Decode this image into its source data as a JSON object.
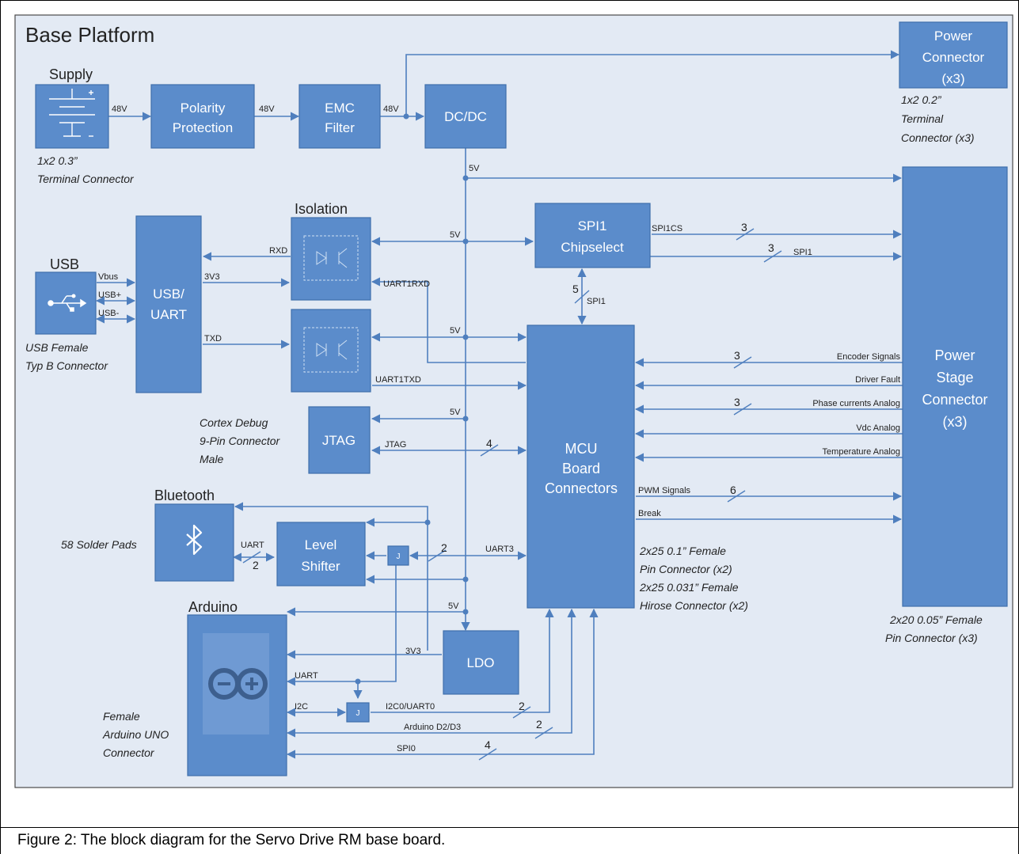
{
  "title": "Base Platform",
  "caption": "Figure 2: The block diagram for the Servo Drive RM base board.",
  "blocks": {
    "power_connector": [
      "Power",
      "Connector",
      "(x3)"
    ],
    "polarity": [
      "Polarity",
      "Protection"
    ],
    "emc": [
      "EMC",
      "Filter"
    ],
    "dcdc": [
      "DC/DC"
    ],
    "usb_uart": [
      "USB/",
      "UART"
    ],
    "spi1": [
      "SPI1",
      "Chipselect"
    ],
    "jtag": [
      "JTAG"
    ],
    "mcu": [
      "MCU",
      "Board",
      "Connectors"
    ],
    "power_stage": [
      "Power",
      "Stage",
      "Connector",
      "(x3)"
    ],
    "level_shifter": [
      "Level",
      "Shifter"
    ],
    "ldo": [
      "LDO"
    ]
  },
  "headings": {
    "supply": "Supply",
    "usb": "USB",
    "isolation": "Isolation",
    "bluetooth": "Bluetooth",
    "arduino": "Arduino"
  },
  "notes": {
    "supply": [
      "1x2 0.3”",
      "Terminal Connector"
    ],
    "power_connector": [
      "1x2 0.2”",
      "Terminal",
      "Connector (x3)"
    ],
    "usb": [
      "USB Female",
      "Typ B Connector"
    ],
    "jtag": [
      "Cortex Debug",
      "9-Pin Connector",
      "Male"
    ],
    "bluetooth": "58 Solder Pads",
    "mcu": [
      "2x25 0.1” Female",
      "Pin Connector (x2)",
      "2x25 0.031” Female",
      "Hirose Connector (x2)"
    ],
    "power_stage": [
      "2x20 0.05” Female",
      "Pin Connector (x3)"
    ],
    "arduino": [
      "Female",
      "Arduino UNO",
      "Connector"
    ]
  },
  "signals": {
    "v48": "48V",
    "v5": "5V",
    "v3v3": "3V3",
    "vbus": "Vbus",
    "usbp": "USB+",
    "usbm": "USB-",
    "rxd": "RXD",
    "txd": "TXD",
    "uart1rxd": "UART1RXD",
    "uart1txd": "UART1TXD",
    "spi1cs": "SPI1CS",
    "spi1": "SPI1",
    "jtag": "JTAG",
    "encoder": "Encoder Signals",
    "driver_fault": "Driver Fault",
    "phase": "Phase currents Analog",
    "vdc": "Vdc Analog",
    "temp": "Temperature Analog",
    "pwm": "PWM Signals",
    "break": "Break",
    "uart": "UART",
    "uart3": "UART3",
    "i2c": "I2C",
    "i2c0": "I2C0/UART0",
    "d2d3": "Arduino D2/D3",
    "spi0": "SPI0",
    "j": "J"
  },
  "bus_counts": {
    "spi1cs": "3",
    "spi1_right": "3",
    "spi1_mcu": "5",
    "encoder": "3",
    "phase": "3",
    "jtag": "4",
    "pwm": "6",
    "bt_uart": "2",
    "uart3": "2",
    "i2c0": "2",
    "d2d3": "2",
    "spi0": "4"
  },
  "colors": {
    "block": "#5b8ccb",
    "panel": "#e3eaf4",
    "line": "#4f7fbe"
  },
  "icons": [
    "battery-icon",
    "usb-icon",
    "optocoupler-icon",
    "bluetooth-icon",
    "arduino-logo-icon"
  ]
}
